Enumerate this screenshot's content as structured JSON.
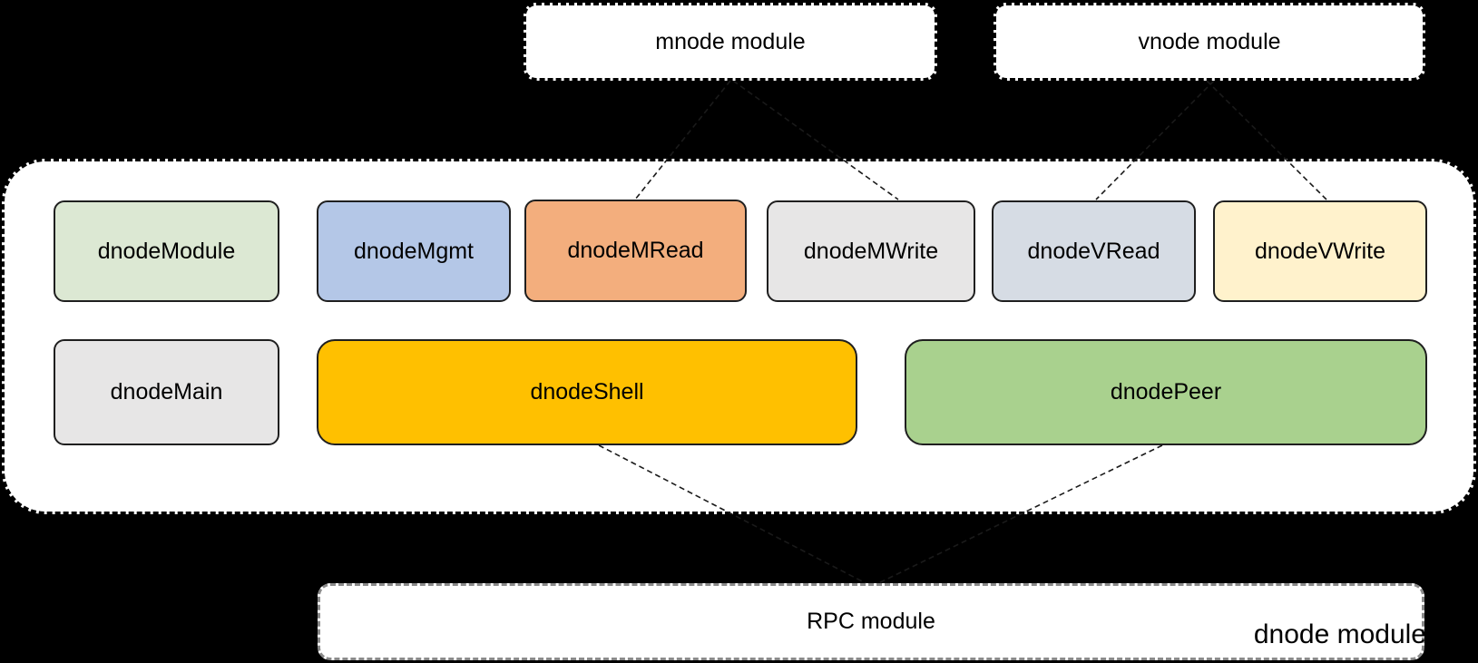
{
  "diagram": {
    "external_modules": {
      "mnode": {
        "label": "mnode module"
      },
      "vnode": {
        "label": "vnode module"
      },
      "rpc": {
        "label": "RPC module"
      }
    },
    "dnode_container": {
      "label": "dnode module",
      "row1": [
        {
          "id": "dnodeModule",
          "label": "dnodeModule",
          "color": "#dce8d3"
        },
        {
          "id": "dnodeMgmt",
          "label": "dnodeMgmt",
          "color": "#b4c7e7"
        },
        {
          "id": "dnodeMRead",
          "label": "dnodeMRead",
          "color": "#f3ae7d"
        },
        {
          "id": "dnodeMWrite",
          "label": "dnodeMWrite",
          "color": "#e7e6e6"
        },
        {
          "id": "dnodeVRead",
          "label": "dnodeVRead",
          "color": "#d6dce4"
        },
        {
          "id": "dnodeVWrite",
          "label": "dnodeVWrite",
          "color": "#fff2cc"
        }
      ],
      "row2": [
        {
          "id": "dnodeMain",
          "label": "dnodeMain",
          "color": "#e7e6e6"
        },
        {
          "id": "dnodeShell",
          "label": "dnodeShell",
          "color": "#ffc000"
        },
        {
          "id": "dnodePeer",
          "label": "dnodePeer",
          "color": "#a9d18e"
        }
      ]
    },
    "connections": [
      {
        "from": "mnode module",
        "to": "dnodeMRead"
      },
      {
        "from": "mnode module",
        "to": "dnodeMWrite"
      },
      {
        "from": "vnode module",
        "to": "dnodeVRead"
      },
      {
        "from": "vnode module",
        "to": "dnodeVWrite"
      },
      {
        "from": "dnodeShell",
        "to": "RPC module"
      },
      {
        "from": "dnodePeer",
        "to": "RPC module"
      }
    ],
    "colors": {
      "background": "#000000",
      "container_fill": "#ffffff",
      "dashed_border": "#000000",
      "rpc_dashed_border": "#8a8a8a",
      "node_border": "#1f1f1f"
    }
  }
}
